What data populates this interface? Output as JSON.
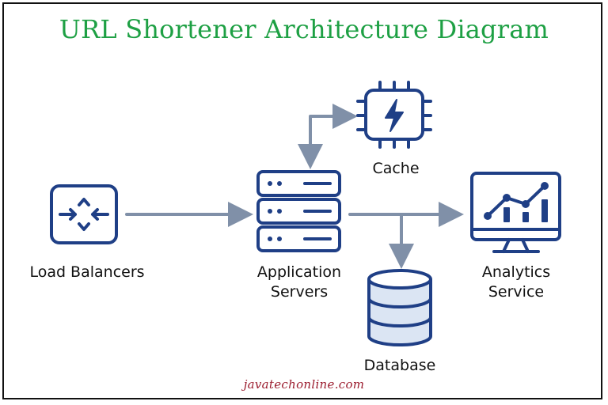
{
  "title": "URL Shortener Architecture Diagram",
  "nodes": {
    "load_balancers": {
      "label": "Load Balancers",
      "icon": "load-balancer-icon"
    },
    "app_servers": {
      "label_line1": "Application",
      "label_line2": "Servers",
      "icon": "server-stack-icon"
    },
    "cache": {
      "label": "Cache",
      "icon": "cpu-bolt-icon"
    },
    "analytics": {
      "label_line1": "Analytics",
      "label_line2": "Service",
      "icon": "monitor-chart-icon"
    },
    "database": {
      "label": "Database",
      "icon": "database-icon"
    }
  },
  "footer": "javatechonline.com",
  "colors": {
    "title": "#1ea044",
    "icon": "#1f3f86",
    "icon_fill": "#dbe5f3",
    "arrow": "#8090a8",
    "footer": "#9b1c2e"
  }
}
